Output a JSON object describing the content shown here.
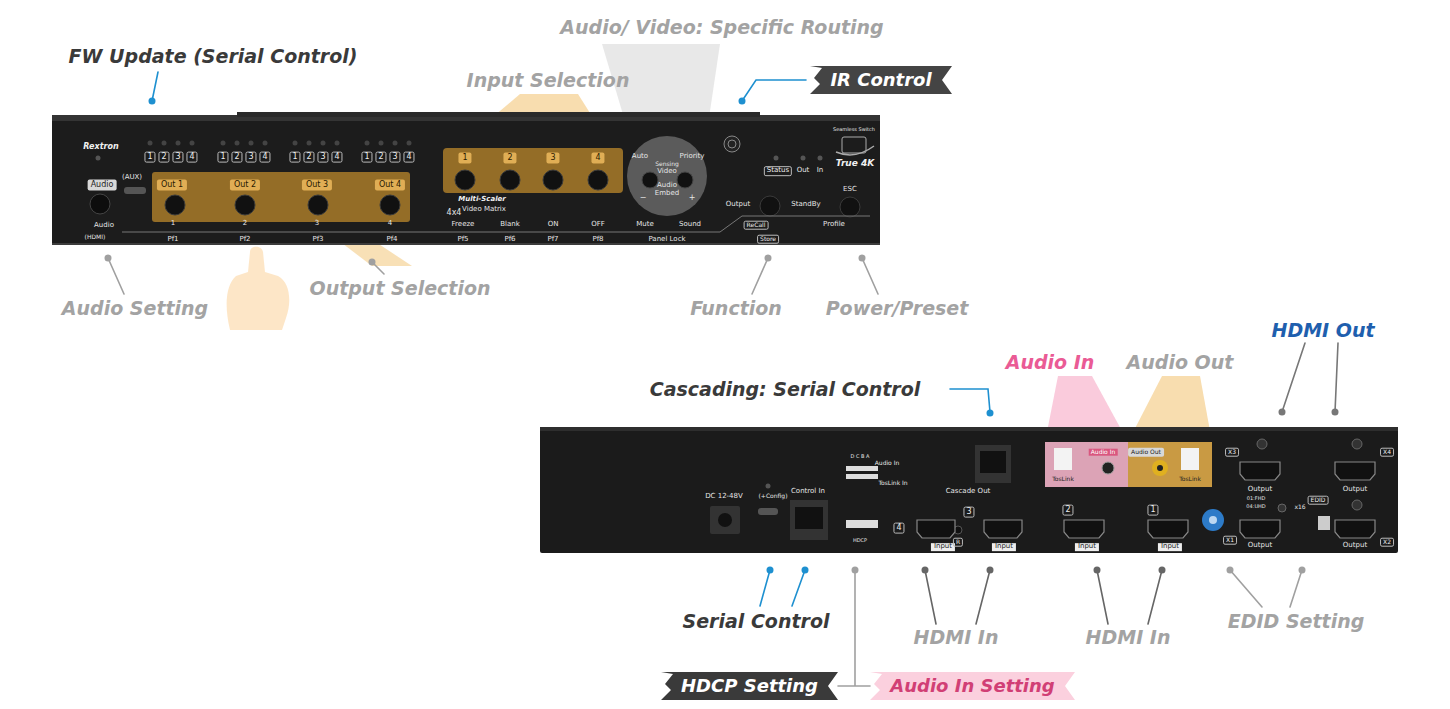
{
  "diagram": {
    "nodes": [
      {
        "text": [
          "IR Control"
        ]
      },
      {
        "text": [
          "HDCP Setting"
        ]
      },
      {
        "text": [
          "Audio In Setting"
        ]
      }
    ],
    "labels": [
      "FW Update (Serial Control)",
      "Audio/ Video: Specific Routing",
      "Input Selection",
      "Audio Setting",
      "Output Selection",
      "Function",
      "Power/Preset",
      "Cascading: Serial Control",
      "Audio In",
      "Audio Out",
      "HDMI Out",
      "Serial Control",
      "HDMI In",
      "HDMI In",
      "EDID Setting",
      "Rextron",
      "1",
      "2",
      "3",
      "4",
      "1",
      "2",
      "3",
      "4",
      "1",
      "2",
      "3",
      "4",
      "1",
      "2",
      "3",
      "4",
      "Audio",
      "(AUX)",
      "Out 1",
      "Out 2",
      "Out 3",
      "Out 4",
      "1",
      "2",
      "3",
      "4",
      "Auto",
      "Priority",
      "Sensing",
      "Video",
      "Audio",
      "Embed",
      "−",
      "+",
      "Status",
      "Out",
      "In",
      "Seamless Switch",
      "True 4K",
      "Output",
      "StandBy",
      "ESC",
      "Profile",
      "4x4",
      "Multi-Scaler",
      "Video Matrix",
      "Audio",
      "(HDMI)",
      "1",
      "2",
      "3",
      "4",
      "Pf1",
      "Pf2",
      "Pf3",
      "Pf4",
      "Freeze",
      "Pf5",
      "Blank",
      "Pf6",
      "ON",
      "Pf7",
      "OFF",
      "Pf8",
      "Mute",
      "Sound",
      "Panel Lock",
      "ReCall",
      "Store",
      "DC 12-48V",
      "(+Config)",
      "Control In",
      "Audio In",
      "TosLink In",
      "Cascade Out",
      "D C B A",
      "4",
      "Input",
      "3",
      "Input",
      "R",
      "2",
      "Input",
      "1",
      "Input",
      "TosLink",
      "Audio In",
      "Audio Out",
      "TosLink",
      "X3",
      "Output",
      "X4",
      "Output",
      "X1",
      "Output",
      "X2",
      "Output",
      "01:FHD",
      "04:UHD",
      "x16",
      "EDID",
      "HDCP"
    ]
  }
}
